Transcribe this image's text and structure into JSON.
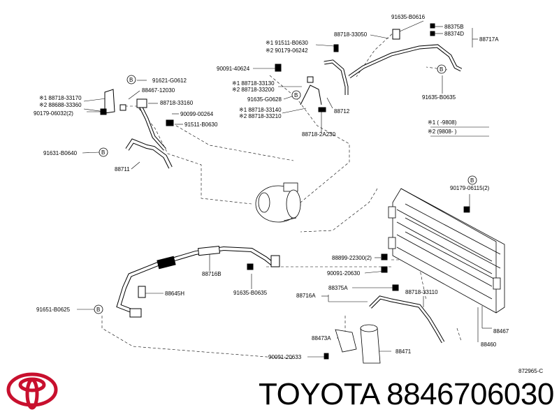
{
  "brand": {
    "text": "TOYOTA 8846706030",
    "logo_color": "#c8102e"
  },
  "diagram": {
    "drawing_code": "872965-C",
    "legend": {
      "row1": "※1 (      -9808)",
      "row2": "※2 (9808-      )"
    },
    "part_labels": {
      "p91635_B0616": "91635-B0616",
      "p88375B": "88375B",
      "p88374D": "88374D",
      "p88717A": "88717A",
      "p88718_33050": "88718-33050",
      "p91511_B0630_1": "※1 91511-B0630",
      "p90179_06242": "※2 90179-06242",
      "p90091_40624": "90091-40624",
      "p91635_B0635_top": "91635-B0635",
      "p91621_G0612": "91621-G0612",
      "p88718_33130": "※1 88718-33130",
      "p88718_33200": "※2 88718-33200",
      "p88718_33170": "※1 88718-33170",
      "p88688_33360": "※2 88688-33360",
      "p88467_12030": "88467-12030",
      "p88718_33160": "88718-33160",
      "p91635_G0628": "91635-G0628",
      "p88712": "88712",
      "p90179_06032": "90179-06032(2)",
      "p90099_00264": "90099-00264",
      "p88718_33140": "※1 88718-33140",
      "p88718_33210": "※2 88718-33210",
      "p91511_B0630_2": "91511-B0630",
      "p88718_2A230": "88718-2A230",
      "p91631_B0640": "91631-B0640",
      "p88711": "88711",
      "p90179_06115": "90179-06115(2)",
      "p88899_22300": "88899-22300(2)",
      "p88716B": "88716B",
      "p90091_20630": "90091-20630",
      "p88645H": "88645H",
      "p91635_B0635_bot": "91635-B0635",
      "p88375A": "88375A",
      "p88716A": "88716A",
      "p88718_33110": "88718-33110",
      "p91651_B0625": "91651-B0625",
      "p88467": "88467",
      "p88473A": "88473A",
      "p88471": "88471",
      "p88460": "88460",
      "p90091_20633": "90091-20633"
    },
    "b_marker": "B"
  }
}
